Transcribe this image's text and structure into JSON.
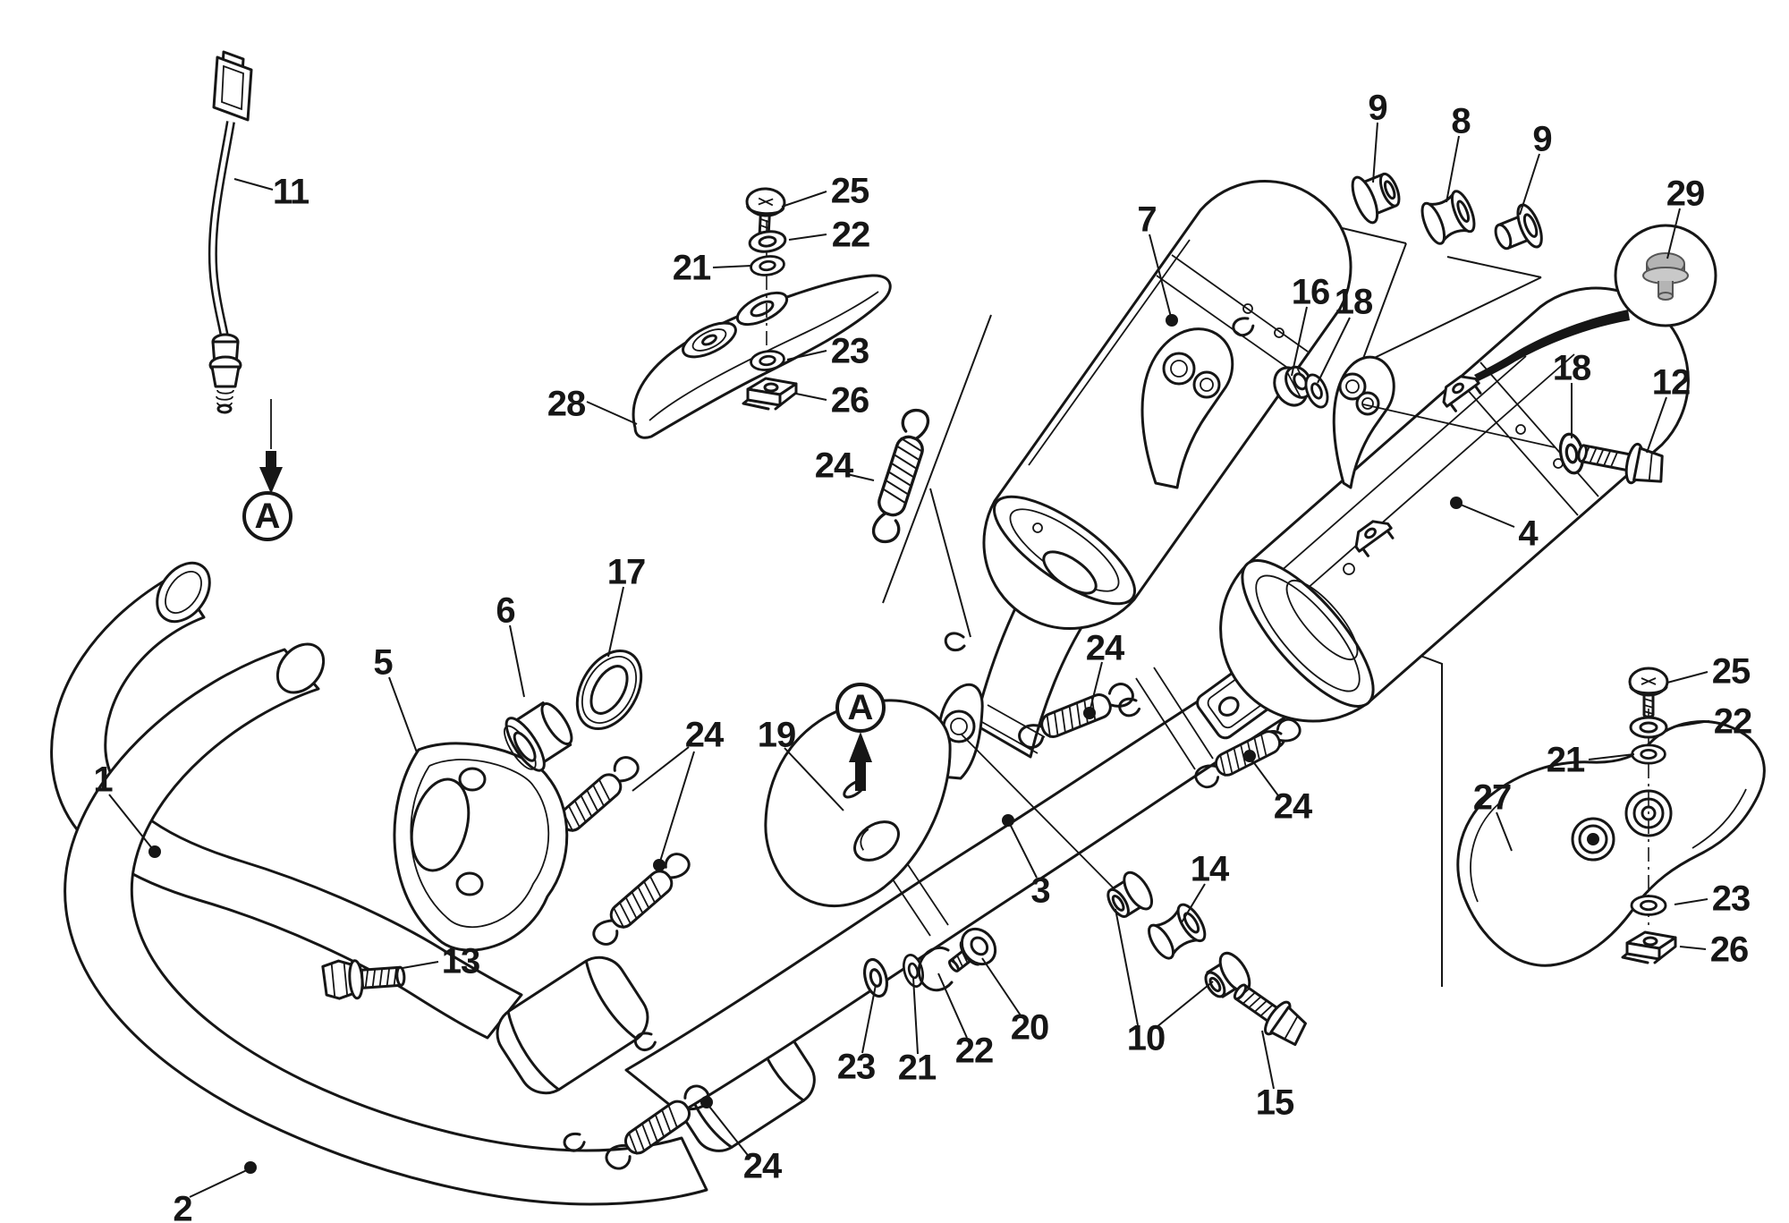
{
  "figure": {
    "kind": "exploded-parts-diagram",
    "paper_color": "#ffffff",
    "line_color": "#161616",
    "rivet_gray": "#b4b4b4"
  },
  "markers": [
    {
      "id": "detail-a-sensor",
      "text": "A"
    },
    {
      "id": "detail-a-pipe",
      "text": "A"
    }
  ],
  "callouts": [
    {
      "id": "part-1",
      "text": "1"
    },
    {
      "id": "part-2",
      "text": "2"
    },
    {
      "id": "part-3",
      "text": "3"
    },
    {
      "id": "part-4",
      "text": "4"
    },
    {
      "id": "part-5",
      "text": "5"
    },
    {
      "id": "part-6",
      "text": "6"
    },
    {
      "id": "part-7",
      "text": "7"
    },
    {
      "id": "part-8",
      "text": "8"
    },
    {
      "id": "part-9-left",
      "text": "9"
    },
    {
      "id": "part-9-right",
      "text": "9"
    },
    {
      "id": "part-10",
      "text": "10"
    },
    {
      "id": "part-11",
      "text": "11"
    },
    {
      "id": "part-12",
      "text": "12"
    },
    {
      "id": "part-13",
      "text": "13"
    },
    {
      "id": "part-14",
      "text": "14"
    },
    {
      "id": "part-15",
      "text": "15"
    },
    {
      "id": "part-16",
      "text": "16"
    },
    {
      "id": "part-17",
      "text": "17"
    },
    {
      "id": "part-18-mid",
      "text": "18"
    },
    {
      "id": "part-18-right",
      "text": "18"
    },
    {
      "id": "part-19",
      "text": "19"
    },
    {
      "id": "part-20",
      "text": "20"
    },
    {
      "id": "part-21-top",
      "text": "21"
    },
    {
      "id": "part-21-bottom",
      "text": "21"
    },
    {
      "id": "part-21-right",
      "text": "21"
    },
    {
      "id": "part-22-top",
      "text": "22"
    },
    {
      "id": "part-22-bottom",
      "text": "22"
    },
    {
      "id": "part-22-right",
      "text": "22"
    },
    {
      "id": "part-23-top",
      "text": "23"
    },
    {
      "id": "part-23-bottom",
      "text": "23"
    },
    {
      "id": "part-23-right",
      "text": "23"
    },
    {
      "id": "part-24-upper",
      "text": "24"
    },
    {
      "id": "part-24-left",
      "text": "24"
    },
    {
      "id": "part-24-mid",
      "text": "24"
    },
    {
      "id": "part-24-right",
      "text": "24"
    },
    {
      "id": "part-24-bottom",
      "text": "24"
    },
    {
      "id": "part-25-top",
      "text": "25"
    },
    {
      "id": "part-25-right",
      "text": "25"
    },
    {
      "id": "part-26-top",
      "text": "26"
    },
    {
      "id": "part-26-right",
      "text": "26"
    },
    {
      "id": "part-27",
      "text": "27"
    },
    {
      "id": "part-28",
      "text": "28"
    },
    {
      "id": "part-29",
      "text": "29"
    }
  ]
}
